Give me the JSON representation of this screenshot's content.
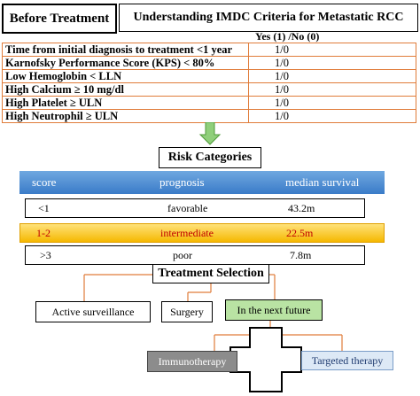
{
  "header": {
    "left_title": "Before Treatment",
    "right_title": "Understanding IMDC Criteria for Metastatic RCC"
  },
  "criteria": {
    "column_header": "Yes (1) /No (0)",
    "rows": [
      {
        "label": "Time from initial diagnosis to treatment <1 year",
        "value": "1/0"
      },
      {
        "label": "Karnofsky Performance Score (KPS) < 80%",
        "value": "1/0"
      },
      {
        "label": "Low Hemoglobin < LLN",
        "value": "1/0"
      },
      {
        "label": "High Calcium ≥ 10 mg/dl",
        "value": "1/0"
      },
      {
        "label": "High Platelet  ≥ ULN",
        "value": "1/0"
      },
      {
        "label": "High Neutrophil ≥ ULN",
        "value": "1/0"
      }
    ]
  },
  "risk": {
    "title": "Risk Categories",
    "headers": [
      "score",
      "prognosis",
      "median survival"
    ],
    "rows": [
      {
        "score": "<1",
        "prognosis": "favorable",
        "survival": "43.2m"
      },
      {
        "score": "1-2",
        "prognosis": "intermediate",
        "survival": "22.5m"
      },
      {
        "score": ">3",
        "prognosis": "poor",
        "survival": "7.8m"
      }
    ]
  },
  "treatment": {
    "title": "Treatment Selection",
    "options": [
      "Active surveillance",
      "Surgery",
      "In the next future"
    ],
    "future_options": [
      "Immunotherapy",
      "Targeted therapy"
    ]
  },
  "colors": {
    "line": "#e07c3a",
    "risk_header": "#3a7bc8",
    "intermediate": "#f5b800",
    "future": "#b9e3a3",
    "arrow": "#8fcf7a"
  }
}
